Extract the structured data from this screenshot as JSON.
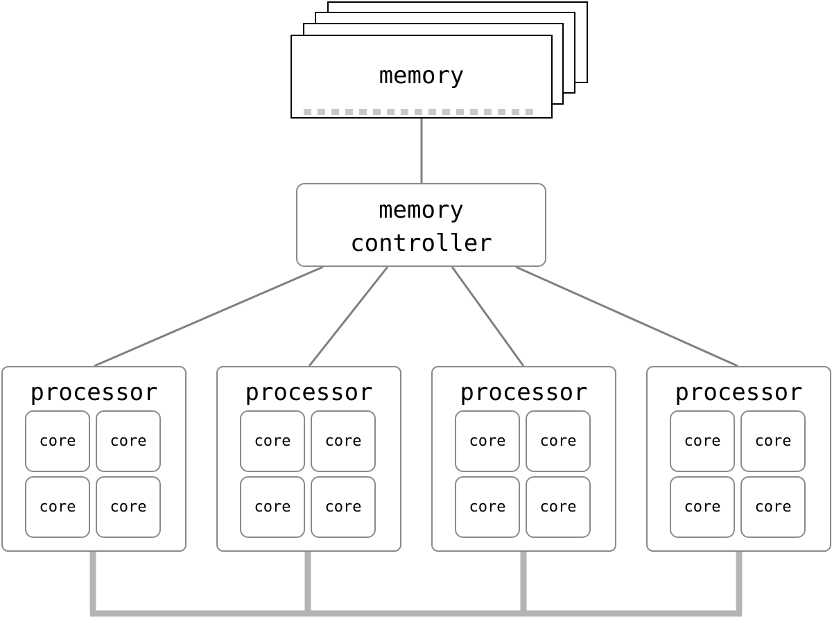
{
  "diagram": {
    "memory": {
      "label": "memory"
    },
    "controller": {
      "line1": "memory",
      "line2": "controller"
    },
    "processors": [
      {
        "label": "processor",
        "cores": [
          "core",
          "core",
          "core",
          "core"
        ]
      },
      {
        "label": "processor",
        "cores": [
          "core",
          "core",
          "core",
          "core"
        ]
      },
      {
        "label": "processor",
        "cores": [
          "core",
          "core",
          "core",
          "core"
        ]
      },
      {
        "label": "processor",
        "cores": [
          "core",
          "core",
          "core",
          "core"
        ]
      }
    ]
  },
  "colors": {
    "outline": "#000000",
    "box_border": "#8a8a8a",
    "connector": "#808080",
    "bus": "#b4b4b4",
    "memory_pins": "#c8c8c8"
  }
}
